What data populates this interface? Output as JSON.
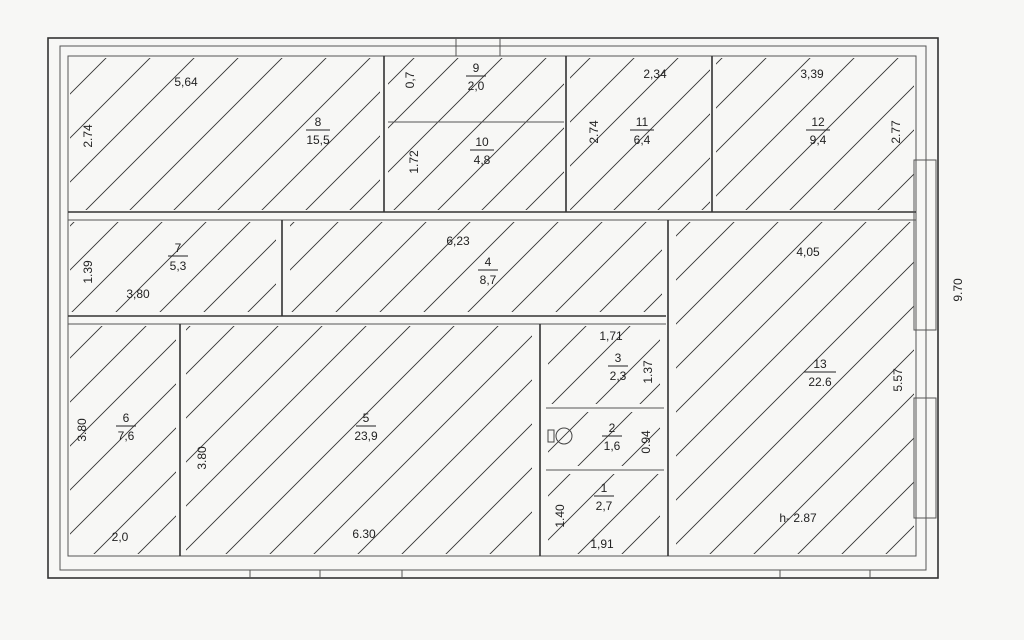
{
  "rooms": [
    {
      "id": "r1",
      "number": "1",
      "area": "2,7"
    },
    {
      "id": "r2",
      "number": "2",
      "area": "1,6"
    },
    {
      "id": "r3",
      "number": "3",
      "area": "2,3"
    },
    {
      "id": "r4",
      "number": "4",
      "area": "8,7"
    },
    {
      "id": "r5",
      "number": "5",
      "area": "23,9"
    },
    {
      "id": "r6",
      "number": "6",
      "area": "7,6"
    },
    {
      "id": "r7",
      "number": "7",
      "area": "5,3"
    },
    {
      "id": "r8",
      "number": "8",
      "area": "15,5"
    },
    {
      "id": "r9",
      "number": "9",
      "area": "2,0"
    },
    {
      "id": "r10",
      "number": "10",
      "area": "4,8"
    },
    {
      "id": "r11",
      "number": "11",
      "area": "6,4"
    },
    {
      "id": "r12",
      "number": "12",
      "area": "9,4"
    },
    {
      "id": "r13",
      "number": "13",
      "area": "22.6"
    }
  ],
  "dimensions": {
    "d_274_left": "2.74",
    "d_564": "5,64",
    "d_07": "0,7",
    "d_172": "1.72",
    "d_234": "2,34",
    "d_274_mid": "2.74",
    "d_339": "3,39",
    "d_277": "2.77",
    "d_970": "9.70",
    "d_623": "6,23",
    "d_139": "1.39",
    "d_380_h": "3,80",
    "d_405": "4,05",
    "d_171": "1,71",
    "d_137": "1.37",
    "d_557": "5.57",
    "d_380_left": "3.80",
    "d_380_mid": "3.80",
    "d_094": "0.94",
    "d_140": "1.40",
    "d_20": "2,0",
    "d_630": "6.30",
    "d_191": "1,91"
  },
  "ceiling_height": "h- 2.87"
}
